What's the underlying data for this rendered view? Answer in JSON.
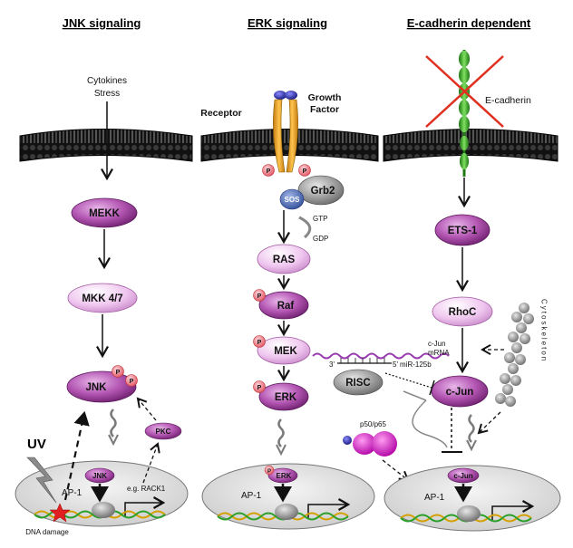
{
  "columns": {
    "jnk": {
      "title": "JNK signaling"
    },
    "erk": {
      "title": "ERK signaling"
    },
    "ecad": {
      "title": "E-cadherin dependent"
    }
  },
  "jnk": {
    "stimulus_line1": "Cytokines",
    "stimulus_line2": "Stress",
    "mekk": "MEKK",
    "mkk": "MKK 4/7",
    "jnk": "JNK",
    "pkc": "PKC",
    "uv": "UV",
    "dna_damage": "DNA damage",
    "nucleus_jnk": "JNK",
    "ap1": "AP-1",
    "rack1": "e.g. RACK1",
    "p": "P"
  },
  "erk": {
    "receptor": "Receptor",
    "growth": "Growth",
    "factor": "Factor",
    "sos": "SOS",
    "grb2": "Grb2",
    "gtp": "GTP",
    "gdp": "GDP",
    "ras": "RAS",
    "raf": "Raf",
    "mek": "MEK",
    "erk": "ERK",
    "risc": "RISC",
    "mir": "miR-125b",
    "three_prime": "3'",
    "five_prime": "5'",
    "nucleus_erk": "ERK",
    "ap1": "AP-1",
    "p": "P"
  },
  "ecad": {
    "ecadherin": "E-cadherin",
    "ets1": "ETS-1",
    "rhoc": "RhoC",
    "cjun_mrna_1": "c-Jun",
    "cjun_mrna_2": "mRNA",
    "cjun": "c-Jun",
    "p50p65": "p50/p65",
    "nucleus_cjun": "c-Jun",
    "ap1": "AP-1",
    "cytoskeleton": "Cytoskeleton"
  },
  "colors": {
    "node_purple": "#a64ca6",
    "node_light": "#f0c8f0",
    "phospho": "#f07080",
    "membrane": "#1a1a1a",
    "ecad_green": "#33aa22",
    "cross_red": "#e03020"
  }
}
